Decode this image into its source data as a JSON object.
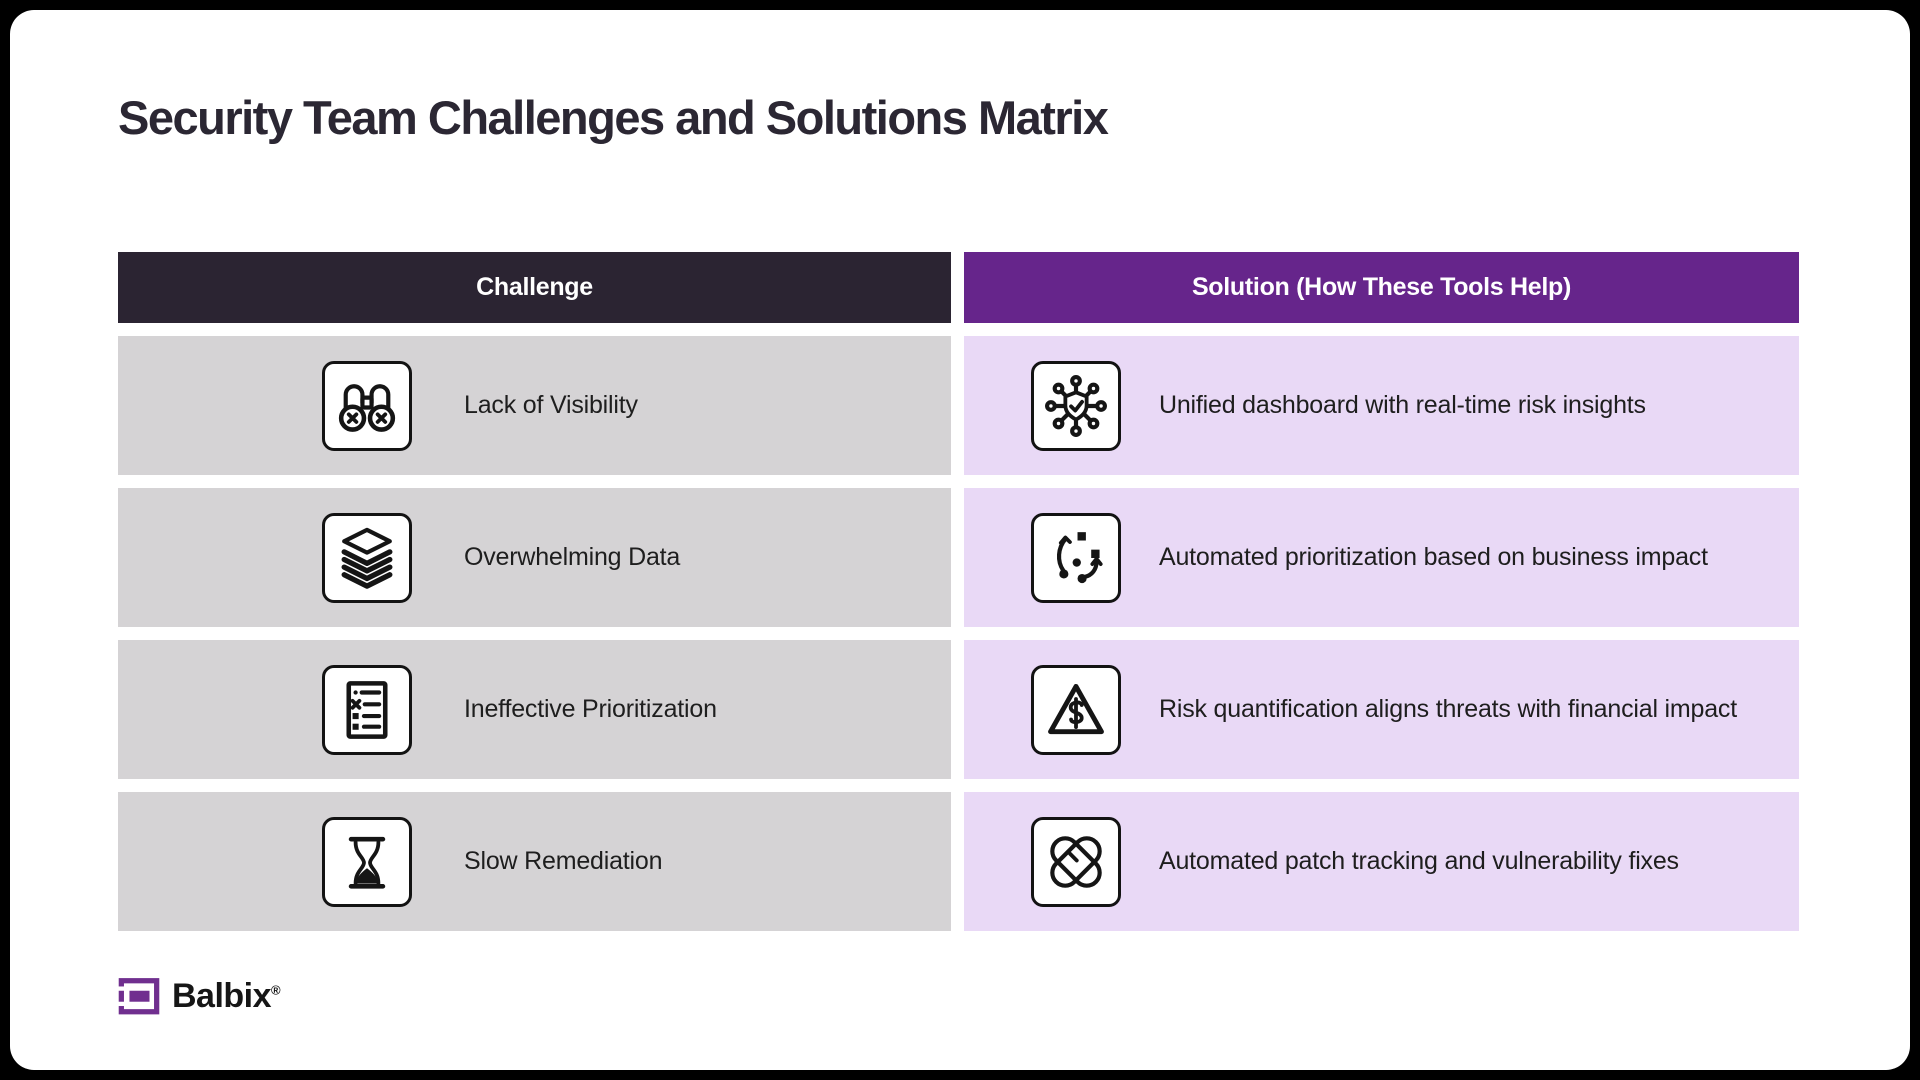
{
  "title": "Security Team Challenges and Solutions Matrix",
  "colors": {
    "page_background": "#000000",
    "card_background": "#ffffff",
    "challenge_header_bg": "#2b2432",
    "solution_header_bg": "#66258b",
    "challenge_row_bg": "#d5d3d5",
    "solution_row_bg": "#e9d9f6",
    "brand_purple": "#702f8f",
    "title_text": "#2b2733"
  },
  "table": {
    "headers": [
      {
        "label": "Challenge"
      },
      {
        "label": "Solution (How These Tools Help)"
      }
    ],
    "rows": [
      {
        "challenge": {
          "icon": "binoculars-icon",
          "label": "Lack of Visibility"
        },
        "solution": {
          "icon": "shield-network-icon",
          "label": "Unified dashboard with real-time risk insights"
        }
      },
      {
        "challenge": {
          "icon": "layers-stack-icon",
          "label": "Overwhelming Data"
        },
        "solution": {
          "icon": "prioritization-flow-icon",
          "label": "Automated prioritization based on business impact"
        }
      },
      {
        "challenge": {
          "icon": "checklist-error-icon",
          "label": "Ineffective Prioritization"
        },
        "solution": {
          "icon": "risk-dollar-triangle-icon",
          "label": "Risk quantification aligns threats with financial impact"
        }
      },
      {
        "challenge": {
          "icon": "hourglass-icon",
          "label": "Slow Remediation"
        },
        "solution": {
          "icon": "crossed-bandages-icon",
          "label": "Automated patch tracking and vulnerability fixes"
        }
      }
    ]
  },
  "footer": {
    "brand": "Balbix",
    "registered": "®"
  }
}
